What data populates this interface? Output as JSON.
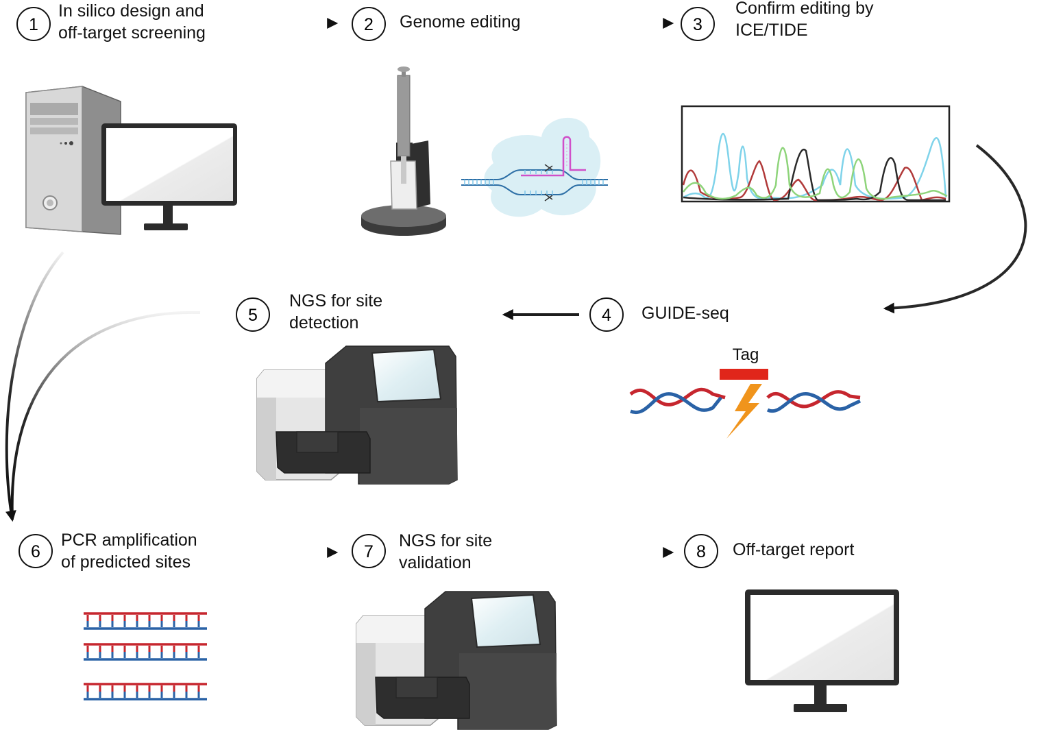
{
  "steps": [
    {
      "num": "1",
      "label": "In silico design and\noff-target screening"
    },
    {
      "num": "2",
      "label": "Genome editing"
    },
    {
      "num": "3",
      "label": "Confirm editing by\nICE/TIDE"
    },
    {
      "num": "4",
      "label": "GUIDE-seq"
    },
    {
      "num": "5",
      "label": "NGS for site\ndetection"
    },
    {
      "num": "6",
      "label": "PCR amplification\nof predicted sites"
    },
    {
      "num": "7",
      "label": "NGS for site\nvalidation"
    },
    {
      "num": "8",
      "label": "Off-target report"
    }
  ],
  "tag_label": "Tag",
  "icons": [
    "desktop-computer-icon",
    "electroporator-icon",
    "cas9-dna-icon",
    "chromatogram-icon",
    "dna-break-tag-icon",
    "sequencer-icon",
    "pcr-amplicons-icon",
    "monitor-icon"
  ],
  "colors": {
    "arrow": "#111111",
    "chromatogram_traces": [
      "#7fd3ea",
      "#b13a3a",
      "#2a2a2a",
      "#8ed47a"
    ],
    "dna_red": "#c6262e",
    "dna_blue": "#2a62a6",
    "tag": "#e0261b",
    "lightning": "#f0941c",
    "device_dark": "#3c3c3c",
    "device_light": "#d9d9d9",
    "cas9_blob": "#cfe9f2",
    "guide_rna": "#d04fc9"
  }
}
